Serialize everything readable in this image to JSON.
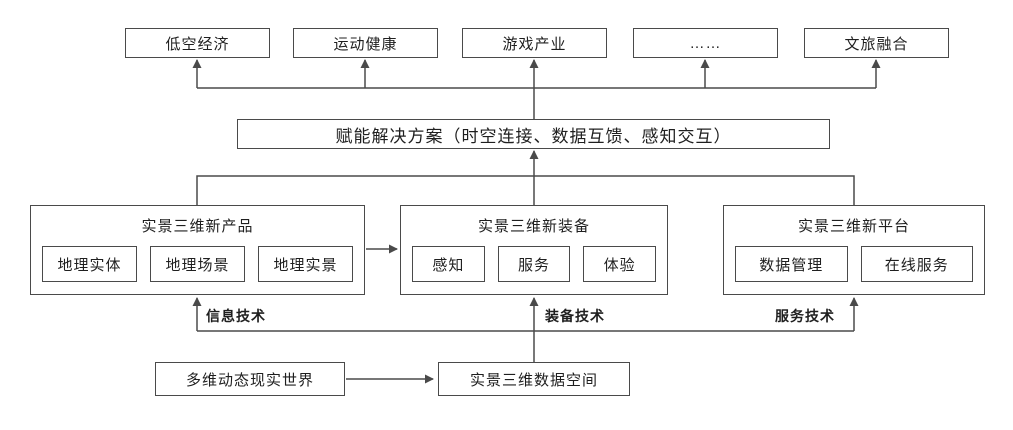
{
  "style": {
    "background": "#ffffff",
    "line_color": "#4a4a4a",
    "text_color": "#1f1f1f"
  },
  "top_row": {
    "items": [
      {
        "label": "低空经济"
      },
      {
        "label": "运动健康"
      },
      {
        "label": "游戏产业"
      },
      {
        "label": "……"
      },
      {
        "label": "文旅融合"
      }
    ]
  },
  "solution": {
    "label": "赋能解决方案（时空连接、数据互馈、感知交互）"
  },
  "groups": [
    {
      "title": "实景三维新产品",
      "items": [
        "地理实体",
        "地理场景",
        "地理实景"
      ]
    },
    {
      "title": "实景三维新装备",
      "items": [
        "感知",
        "服务",
        "体验"
      ]
    },
    {
      "title": "实景三维新平台",
      "items": [
        "数据管理",
        "在线服务"
      ]
    }
  ],
  "tech_labels": [
    {
      "label": "信息技术"
    },
    {
      "label": "装备技术"
    },
    {
      "label": "服务技术"
    }
  ],
  "bottom_row": {
    "world": "多维动态现实世界",
    "dataspace": "实景三维数据空间"
  }
}
